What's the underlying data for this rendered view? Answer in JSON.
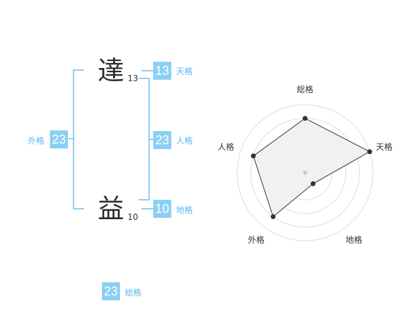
{
  "name": {
    "kanji": [
      {
        "char": "達",
        "strokes": "13"
      },
      {
        "char": "益",
        "strokes": "10"
      }
    ]
  },
  "kaku": {
    "tenkaku": {
      "value": "13",
      "label": "天格"
    },
    "jinkaku": {
      "value": "23",
      "label": "人格"
    },
    "chikaku": {
      "value": "10",
      "label": "地格"
    },
    "gaikaku": {
      "value": "23",
      "label": "外格"
    },
    "soukaku": {
      "value": "23",
      "label": "総格"
    }
  },
  "chart_data": {
    "type": "radar",
    "categories": [
      "総格",
      "天格",
      "地格",
      "外格",
      "人格"
    ],
    "values": [
      4,
      5,
      1,
      4,
      4
    ],
    "rmax": 5,
    "rings": 5,
    "colors": {
      "fill": "#f0f0f0",
      "stroke": "#333333",
      "grid": "#dddddd",
      "point": "#333333",
      "center": "#c8c8c8"
    }
  }
}
